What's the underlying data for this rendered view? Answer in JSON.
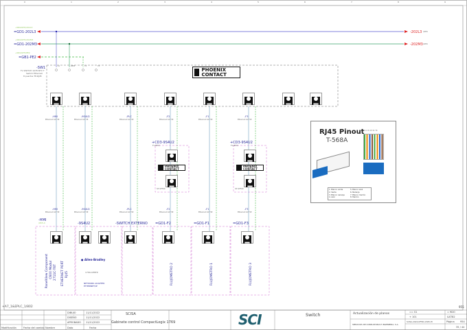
{
  "ruler": [
    "0",
    "1",
    "2",
    "3",
    "4",
    "5",
    "6",
    "7",
    "8",
    "9"
  ],
  "buses": [
    {
      "tag": "+SR0A8TI/202L3",
      "left": "=GD1-202L3",
      "right": "-202L3",
      "right_ref": "/955",
      "color": "#5a5ad0"
    },
    {
      "tag": "+SR0A8TI/202M3",
      "left": "=GD1-202M3",
      "right": "-202M3",
      "right_ref": "/955",
      "color": "#3aa36a"
    },
    {
      "tag": "+SR0A8TI/PE2",
      "left": "=GB1-PE2",
      "color": "#44bb44"
    }
  ],
  "switch": {
    "tag": "-SW1",
    "desc": [
      "FL SWITCH 1078 NTX T",
      "Switch Ethernet",
      "8 puertos TP-RJ45"
    ],
    "brand": "PHOENIX CONTACT",
    "terminals": [
      "L1",
      "2PE3",
      "TX",
      "TX"
    ]
  },
  "cables_top": [
    "-HMI",
    "-9S4U2",
    "-PLC",
    "-F2",
    "-F1",
    "-F3"
  ],
  "cables_bottom": [
    "-HMI",
    "-9S4U2",
    "-PLC",
    "-F2",
    "-F1",
    "-F3"
  ],
  "cable_desc": "Ethernet CAT 5E",
  "converters": [
    {
      "tag": "+CD3-9S4U2",
      "sub": "FL-BTO",
      "brand": "PHOENIX CONTACT",
      "foot": "ST-SFMC"
    },
    {
      "tag": "+CD3-9S4U2",
      "sub": "FL-BTO",
      "brand": "PHOENIX CONTACT",
      "foot": "ST-SFMC"
    }
  ],
  "devices": [
    {
      "tag": "-HMI",
      "sub": "/955.4",
      "texts": [
        "PanelView Component",
        "C600 Modul",
        "2711C-T6T"
      ],
      "texts2": [
        "ETHERNET PORT",
        "RJ45"
      ]
    },
    {
      "tag": "-9S4U2",
      "brand": "Allen-Bradley",
      "model": "1769-AENTR",
      "desc": [
        "NETWORK ADAPTER",
        "ETHERNET/IP"
      ]
    },
    {
      "tag": "-SWITCH EXTERNO"
    },
    {
      "tag": "=GD1-F2",
      "text": "FLUJOMETRO 2"
    },
    {
      "tag": "=GD1-F1",
      "text": "FLUJOMETRO 1"
    },
    {
      "tag": "=GD1-F3",
      "text": "FLUJOMETRO 3"
    }
  ],
  "rj45": {
    "title": "RJ45 Pinout",
    "subtitle": "T-568A",
    "pins": "1 2 3 4 5 6 7 8",
    "legend": [
      "1. Blanco verde",
      "2. Verde",
      "3. Blanco naranja",
      "4. Azul",
      "5. Blanco azul",
      "6. Naranja",
      "7. Blanco marrón",
      "8. Marrón"
    ]
  },
  "page_ref": "+A7_1&EPLC_1/802",
  "page_no_top": "955",
  "title_block": {
    "rows": [
      [
        "DIBUJO",
        "11/11/2022"
      ],
      [
        "DISEÑO",
        "11/11/2022"
      ],
      [
        "APROBADO",
        "11/11/2022"
      ]
    ],
    "headers": [
      "Modificación",
      "Fecha del cambio",
      "Nombre",
      "Dato",
      "Fecha"
    ],
    "client": "SCISA",
    "project": "Gabinete control CompactLogix 1769",
    "logo": "SCI",
    "sheet_title": "Switch",
    "revision": "Actualización de planos",
    "company": "SERVICIOS DE CONSULTORIA E INGENIERIA, S.A.",
    "code": "SCISA-2022-DFMO-1565-HI",
    "refs": [
      "== S1",
      "+ 101",
      "= 9DO",
      "&ST82",
      "Página",
      "954",
      "35 / 44"
    ]
  },
  "colors": {
    "blue_wire": "#6f9fc0",
    "green_wire": "#44bb44",
    "pink_box": "#d070d0",
    "logo": "#1f5f6f"
  }
}
